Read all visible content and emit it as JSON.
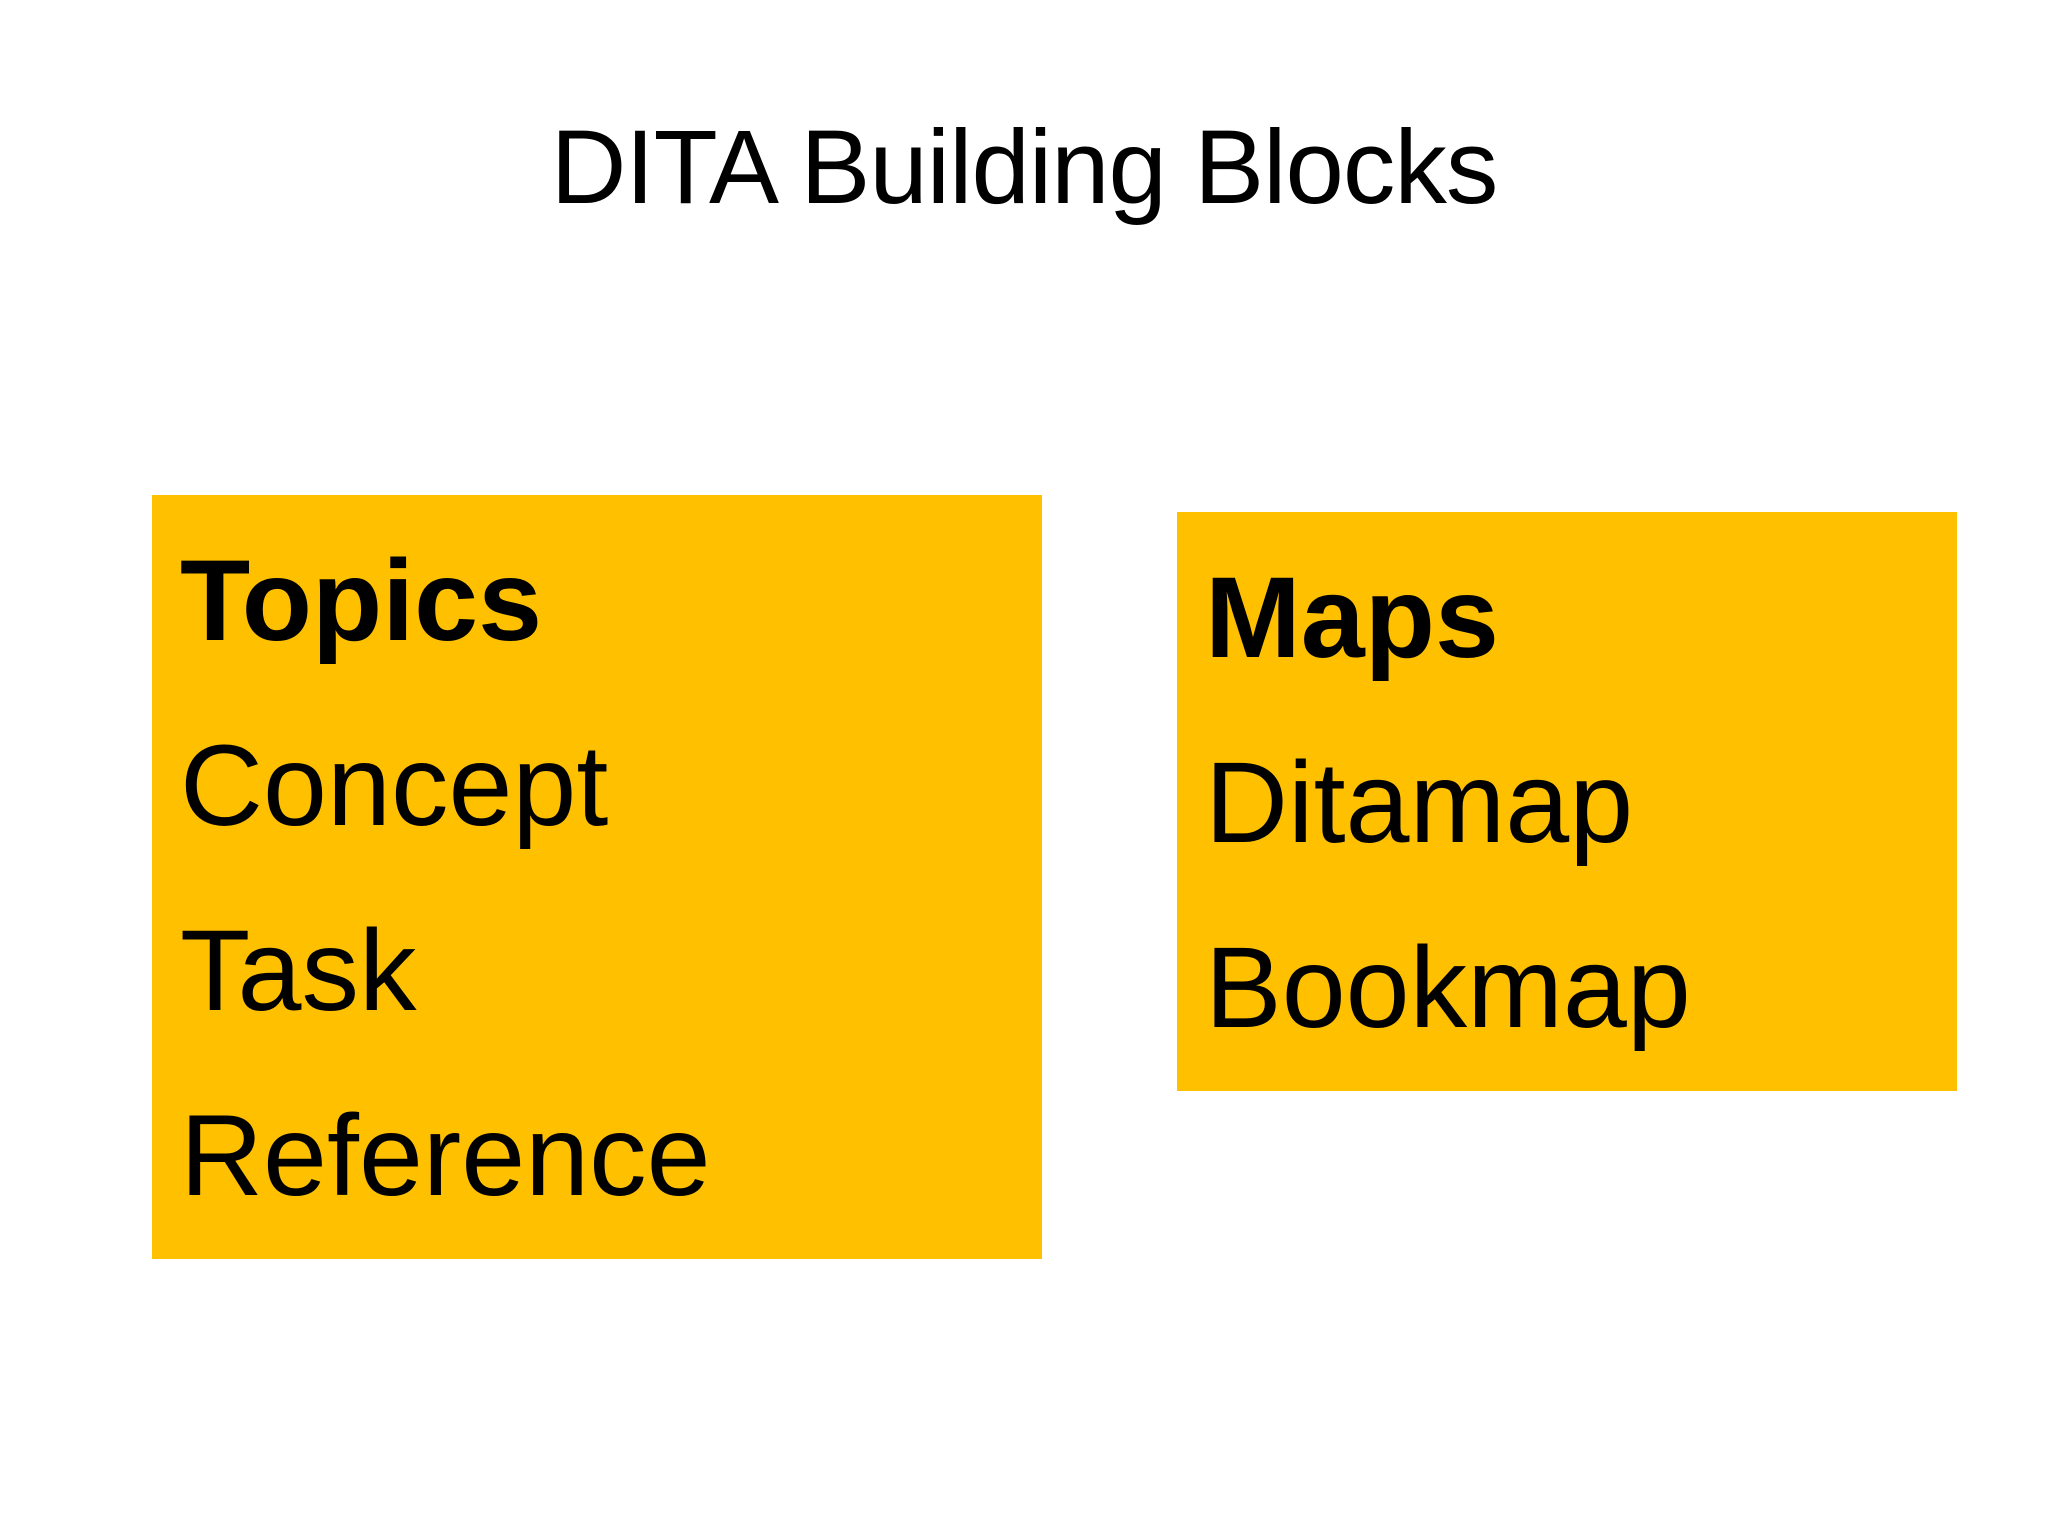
{
  "slide": {
    "title": "DITA Building Blocks"
  },
  "boxes": [
    {
      "id": "topics",
      "heading": "Topics",
      "items": [
        "Concept",
        "Task",
        "Reference"
      ]
    },
    {
      "id": "maps",
      "heading": "Maps",
      "items": [
        "Ditamap",
        "Bookmap"
      ]
    }
  ],
  "colors": {
    "box_bg": "#FFC000",
    "text": "#000000",
    "background": "#FFFFFF"
  }
}
